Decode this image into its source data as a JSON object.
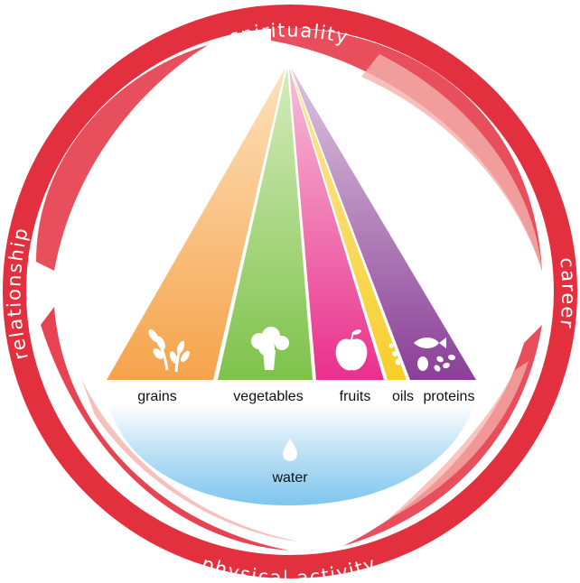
{
  "ring": {
    "top_label": "spirituality",
    "right_label": "career",
    "bottom_label": "physical activity",
    "left_label": "relationship",
    "color": "#e3303f"
  },
  "pyramid": {
    "segments": [
      {
        "label": "grains",
        "color": "#f5a34a",
        "icon": "wheat-icon"
      },
      {
        "label": "vegetables",
        "color": "#7ec24a",
        "icon": "broccoli-icon"
      },
      {
        "label": "fruits",
        "color": "#ea2f8c",
        "icon": "apple-icon"
      },
      {
        "label": "oils",
        "color": "#f7cf2a",
        "icon": "oil-drops-icon"
      },
      {
        "label": "proteins",
        "color": "#8a3f97",
        "icon": "fish-egg-beans-icon"
      }
    ]
  },
  "water": {
    "label": "water",
    "color": "#7ec6ee",
    "icon": "water-drop-icon"
  }
}
